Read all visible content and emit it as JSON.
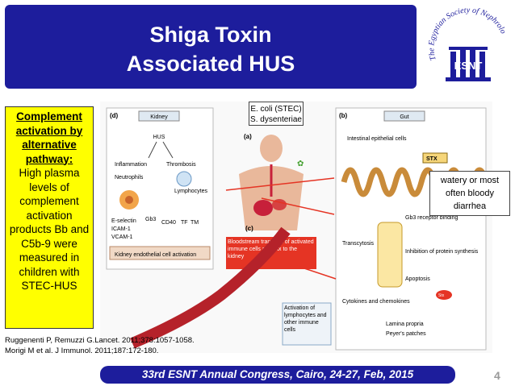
{
  "title": {
    "line1": "Shiga Toxin",
    "line2": "Associated HUS"
  },
  "logo": {
    "text": "The Egyptian Society of Nephrology and Transplantation",
    "abbr": "ESNT"
  },
  "complement_box": {
    "heading": "Complement activation by alternative pathway:",
    "body": "High plasma levels of complement activation products Bb and C5b-9 were measured in children with STEC-HUS"
  },
  "callouts": {
    "ecoli": {
      "line1": "E. coli (STEC)",
      "line2": "S. dysenteriae"
    },
    "diarrhea": {
      "line1": "watery or most",
      "line2": "often bloody",
      "line3": "diarrhea"
    }
  },
  "figure": {
    "panel_d": {
      "letter": "(d)",
      "title": "Kidney",
      "hus": "HUS",
      "inflammation": "Inflammation",
      "thrombosis": "Thrombosis",
      "neutrophils": "Neutrophils",
      "lymphocytes": "Lymphocytes",
      "eselectin": "E-selectin",
      "icam": "ICAM-1",
      "vcam": "VCAM-1",
      "gb3": "Gb3",
      "cd40": "CD40",
      "tf": "TF",
      "tm": "TM",
      "caption": "Kidney endothelial cell activation"
    },
    "panel_a": {
      "letter": "(a)"
    },
    "panel_b": {
      "letter": "(b)",
      "title": "Gut",
      "intestinal": "Intestinal epithelial cells",
      "stx": "STX",
      "gb3_binding": "Gb3 receptor binding",
      "transcytosis": "Transcytosis",
      "inhibition": "Inhibition of protein synthesis",
      "apoptosis": "Apoptosis",
      "cytokines": "Cytokines and chemokines",
      "lamina": "Lamina propria",
      "peyer": "Peyer's patches",
      "stx_small": "Stx"
    },
    "panel_c": {
      "letter": "(c)",
      "bloodstream": "Bloodstream transport of activated immune cells and Stx to the kidney",
      "activation": "Activation of lymphocytes and other immune cells"
    }
  },
  "references": [
    "Ruggenenti P, Remuzzi G.Lancet. 2011;378:1057-1058.",
    "Morigi M et al. J Immunol. 2011;187:172-180."
  ],
  "footer": "33rd ESNT Annual Congress, Cairo, 24-27, Feb, 2015",
  "page_number": "4",
  "colors": {
    "title_bg": "#1d1d9c",
    "box_yellow": "#ffff00",
    "red_box": "#e53424",
    "text_white": "#ffffff"
  }
}
